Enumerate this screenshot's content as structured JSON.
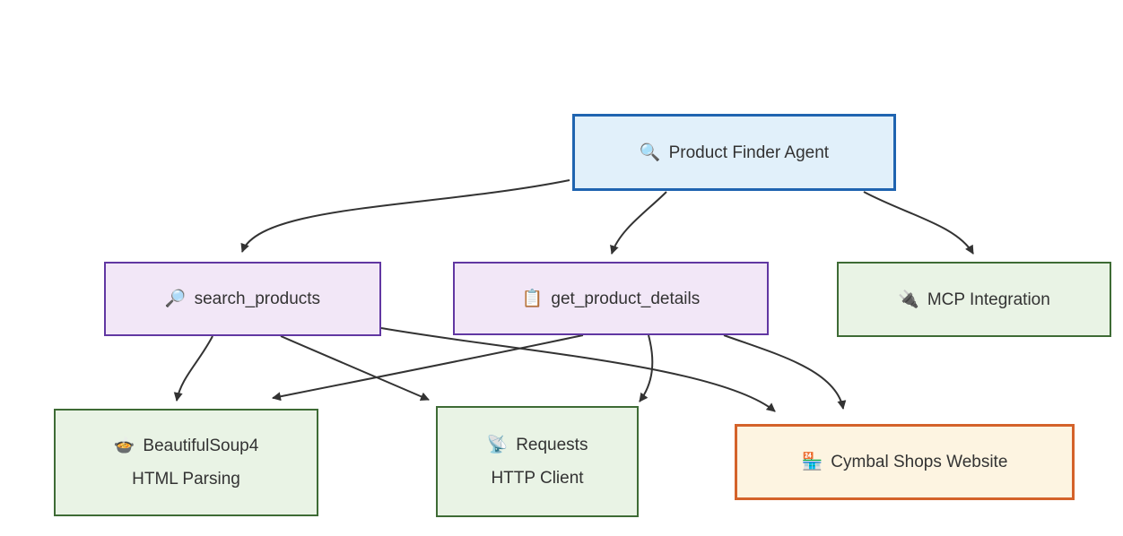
{
  "diagram": {
    "type": "flowchart",
    "direction": "top-down",
    "nodes": {
      "agent": {
        "id": "agent",
        "icon": "magnifying-glass-left-icon",
        "icon_char": "🔍",
        "label": "Product Finder Agent"
      },
      "search": {
        "id": "search",
        "icon": "magnifying-glass-right-icon",
        "icon_char": "🔎",
        "label": "search_products"
      },
      "details": {
        "id": "details",
        "icon": "clipboard-icon",
        "icon_char": "📋",
        "label": "get_product_details"
      },
      "mcp": {
        "id": "mcp",
        "icon": "electric-plug-icon",
        "icon_char": "🔌",
        "label": "MCP Integration"
      },
      "bs4": {
        "id": "bs4",
        "icon": "pot-of-food-icon",
        "icon_char": "🍲",
        "label": "BeautifulSoup4",
        "line2": "HTML Parsing"
      },
      "requests": {
        "id": "requests",
        "icon": "satellite-antenna-icon",
        "icon_char": "📡",
        "label": "Requests",
        "line2": "HTTP Client"
      },
      "cymbal": {
        "id": "cymbal",
        "icon": "convenience-store-icon",
        "icon_char": "🏪",
        "label": "Cymbal Shops Website"
      }
    },
    "edges": [
      {
        "from": "agent",
        "to": "search"
      },
      {
        "from": "agent",
        "to": "details"
      },
      {
        "from": "agent",
        "to": "mcp"
      },
      {
        "from": "search",
        "to": "bs4"
      },
      {
        "from": "search",
        "to": "requests"
      },
      {
        "from": "search",
        "to": "cymbal"
      },
      {
        "from": "details",
        "to": "bs4"
      },
      {
        "from": "details",
        "to": "requests"
      },
      {
        "from": "details",
        "to": "cymbal"
      }
    ],
    "colors": {
      "agent_fill": "#e1f0fa",
      "agent_stroke": "#1f64b0",
      "tool_fill": "#f2e7f7",
      "tool_stroke": "#6137a2",
      "library_fill": "#e9f3e5",
      "library_stroke": "#3e6b35",
      "external_fill": "#fdf4e1",
      "external_stroke": "#d4622a",
      "edge": "#333333",
      "text": "#333333"
    }
  }
}
